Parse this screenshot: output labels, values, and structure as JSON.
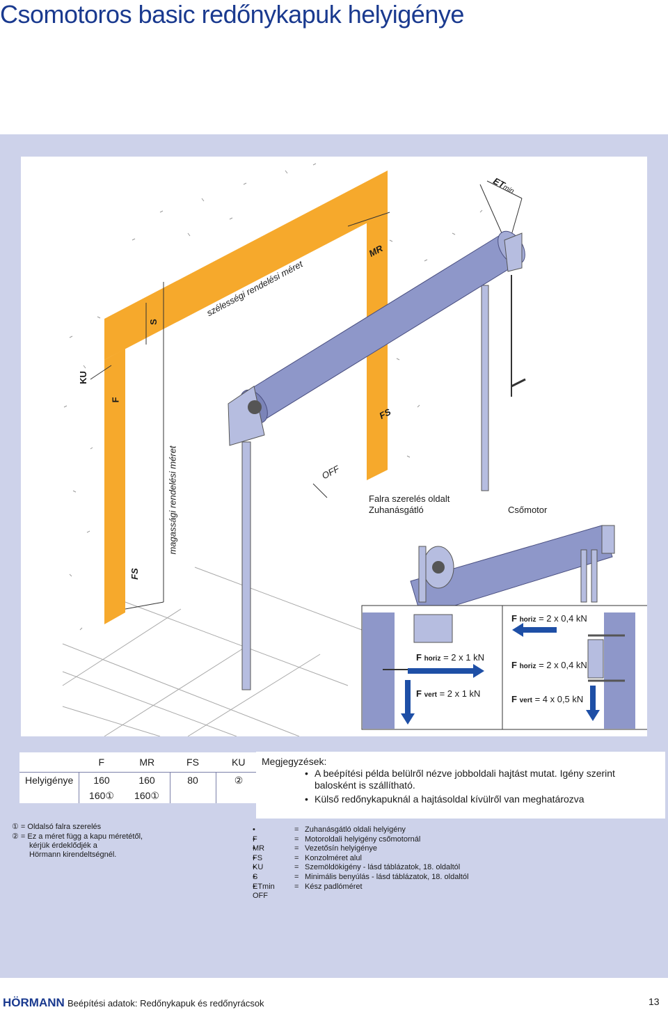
{
  "page_title": "Csomotoros basic redőnykapuk helyigénye",
  "diagram": {
    "dim_labels": {
      "et_min_main": "ET",
      "et_min_sub": "min",
      "mr": "MR",
      "s": "S",
      "width_order": "szélességi rendelési méret",
      "ku": "KU",
      "f": "F",
      "fs_top": "FS",
      "height_order": "magassági rendelési méret",
      "off": "OFF",
      "fs_bottom": "FS"
    },
    "detail": {
      "title_line1": "Falra szerelés oldalt",
      "title_line2": "Zuhanásgátló",
      "motor_label": "Csőmotor"
    },
    "forces": {
      "left_h_f": "F",
      "left_h_sub": "horiz",
      "left_h_val": "= 2 x 1 kN",
      "left_v_f": "F",
      "left_v_sub": "vert",
      "left_v_val": "= 2 x 1 kN",
      "right_top_f": "F",
      "right_top_sub": "horiz",
      "right_top_val": "= 2 x 0,4 kN",
      "right_mid_f": "F",
      "right_mid_sub": "horiz",
      "right_mid_val": "= 2 x 0,4 kN",
      "right_v_f": "F",
      "right_v_sub": "vert",
      "right_v_val": "= 4 x 0,5 kN"
    }
  },
  "space_table": {
    "headers": [
      "F",
      "MR",
      "FS",
      "KU"
    ],
    "row_label": "Helyigénye",
    "row1": [
      "160",
      "160",
      "80",
      "②"
    ],
    "row2": [
      "160①",
      "160①",
      "",
      ""
    ]
  },
  "notes": {
    "title": "Megjegyzések:",
    "items": [
      "A beépítési példa belülről nézve jobboldali hajtást mutat. Igény szerint balosként is szállítható.",
      "Külső redőnykapuknál a hajtásoldal kívülről van meghatározva"
    ]
  },
  "footnotes": {
    "fn1": "① = Oldalsó falra szerelés",
    "fn2_l1": "② = Ez a méret függ a kapu méretétől,",
    "fn2_l2": "kérjük érdeklődjék a",
    "fn2_l3": "Hörmann kirendeltségnél."
  },
  "legend": [
    {
      "key": "F",
      "value": "Zuhanásgátló oldali helyigény"
    },
    {
      "key": "MR",
      "value": "Motoroldali helyigény csőmotornál"
    },
    {
      "key": "FS",
      "value": "Vezetősín helyigénye"
    },
    {
      "key": "KU",
      "value": "Konzolméret alul"
    },
    {
      "key": "S",
      "value": "Szemöldökigény - lásd táblázatok, 18. oldaltól"
    },
    {
      "key": "ETmin",
      "value": "Minimális benyúlás - lásd táblázatok, 18. oldaltól"
    },
    {
      "key": "OFF",
      "value": "Kész padlóméret"
    }
  ],
  "footer": {
    "logo": "HÖRMANN",
    "text": "Beépítési adatok: Redőnykapuk és redőnyrácsok",
    "page": "13"
  },
  "colors": {
    "title_blue": "#1a3a8f",
    "band": "#cdd2ea",
    "orange": "#f6a92c",
    "tube": "#8e97c9",
    "arrow_blue": "#1e4fa6"
  }
}
